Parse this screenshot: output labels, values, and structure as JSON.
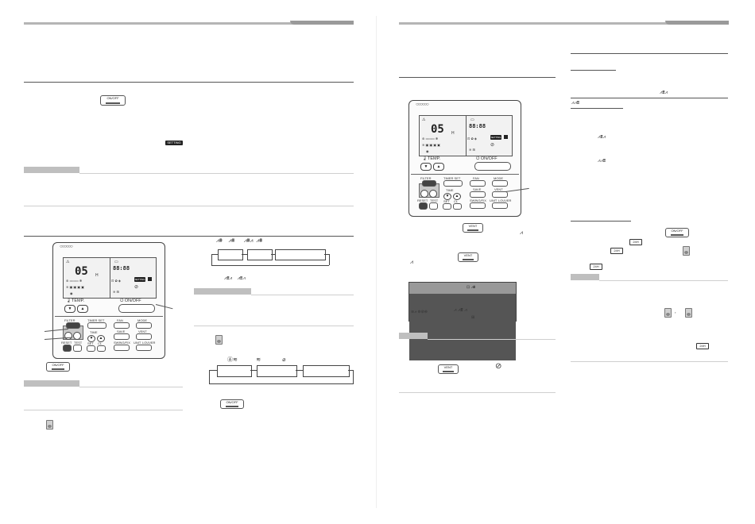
{
  "buttons": {
    "on_off": "ON/OFF",
    "setting": "SETTING",
    "vent": "VENT",
    "timer_24h": "24H"
  },
  "remote": {
    "temp_label": "TEMP.",
    "on_off_label": "ON/OFF",
    "display_digits": "05",
    "display_unit": "H",
    "display_time": "88:88",
    "filter_label": "FILTER",
    "timer_set_label": "TIMER SET",
    "fan_label": "FAN",
    "mode_label": "MODE",
    "time_label": "TIME",
    "save_label": "SAVE",
    "vent_label": "VENT",
    "swing_fix_label": "SWING/FIX",
    "unit_label": "UNIT",
    "louver_label": "LOUVER",
    "reset_label": "RESET",
    "test_label": "TEST",
    "set_label": "SET",
    "cl_label": "CL",
    "setting_badge": "SETTING"
  },
  "colors": {
    "header_bar": "#b5b5b5",
    "label_bar": "#bfbfbf",
    "rule": "#555555"
  },
  "icons": {
    "on_off": "power-icon",
    "up": "triangle-up-icon",
    "down": "triangle-down-icon",
    "prohibit": "prohibit-icon",
    "fan_mode": "fan-icon",
    "vent_mode": "ventilation-icon"
  }
}
